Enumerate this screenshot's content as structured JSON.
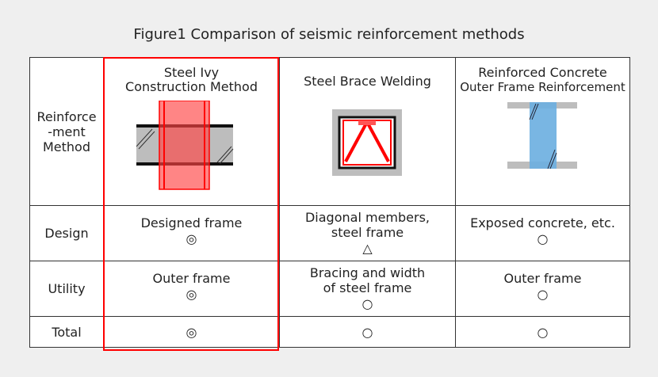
{
  "title": "Figure1   Comparison of seismic reinforcement methods",
  "row_headers": [
    "Reinforce\n-ment\nMethod",
    "Design",
    "Utility",
    "Total"
  ],
  "methods": [
    {
      "name_line1": "Steel Ivy",
      "name_line2": "Construction Method",
      "design": "Designed frame",
      "design_rating": "◎",
      "utility": "Outer frame",
      "utility_rating": "◎",
      "total": "◎"
    },
    {
      "name_line1": "Steel Brace Welding",
      "name_line2": "",
      "design": "Diagonal members,\nsteel frame",
      "design_rating": "△",
      "utility": "Bracing and width\nof steel frame",
      "utility_rating": "○",
      "total": "○"
    },
    {
      "name_line1": "Reinforced Concrete",
      "name_line2": "Outer Frame Reinforcement",
      "design": "Exposed concrete, etc.",
      "design_rating": "○",
      "utility": "Outer frame",
      "utility_rating": "○",
      "total": "○"
    }
  ],
  "colors": {
    "highlight": "#ff0000",
    "concrete": "#bdbdbd",
    "rc_reinforce": "#6aaee0"
  }
}
